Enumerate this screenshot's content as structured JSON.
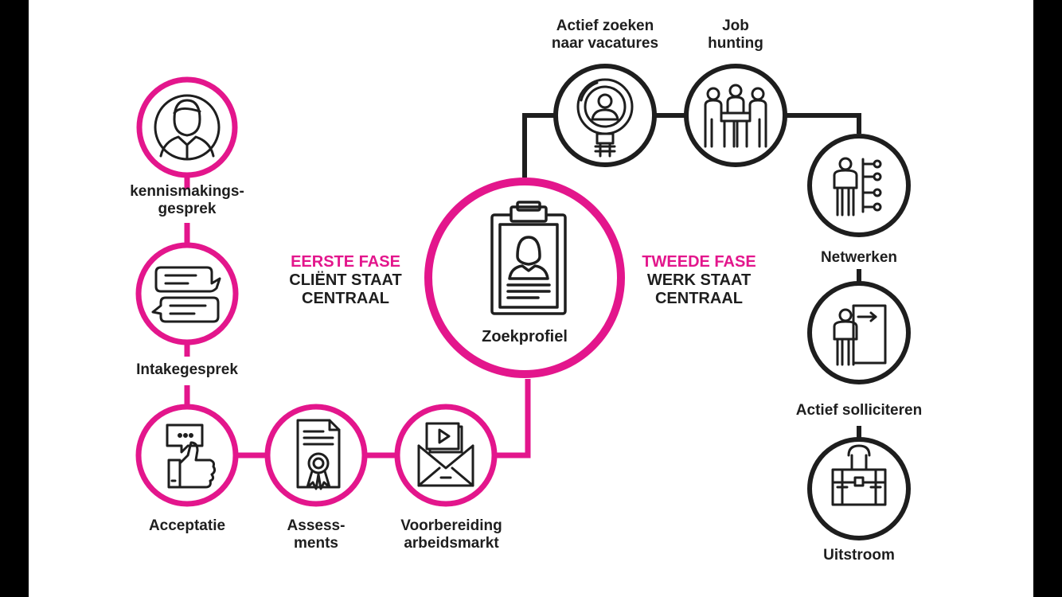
{
  "colors": {
    "accent": "#e3168c",
    "dark": "#1e1e1e",
    "background": "#ffffff"
  },
  "center": {
    "label": "Zoekprofiel",
    "icon": "clipboard-profile-icon"
  },
  "phase_one": {
    "title": "EERSTE FASE",
    "line1": "CLIËNT STAAT",
    "line2": "CENTRAAL"
  },
  "phase_two": {
    "title": "TWEEDE FASE",
    "line1": "WERK STAAT",
    "line2": "CENTRAAL"
  },
  "left_steps": [
    {
      "line1": "kennismakings-",
      "line2": "gesprek",
      "icon": "person-portrait-icon"
    },
    {
      "line1": "Intakegesprek",
      "line2": "",
      "icon": "chat-bubbles-icon"
    },
    {
      "line1": "Acceptatie",
      "line2": "",
      "icon": "thumbs-up-icon"
    },
    {
      "line1": "Assess-",
      "line2": "ments",
      "icon": "certificate-icon"
    },
    {
      "line1": "Voorbereiding",
      "line2": "arbeidsmarkt",
      "icon": "video-mail-icon"
    }
  ],
  "right_steps": [
    {
      "line1": "Actief zoeken",
      "line2": "naar vacatures",
      "icon": "magnifier-person-icon"
    },
    {
      "line1": "Job",
      "line2": "hunting",
      "icon": "meeting-people-icon"
    },
    {
      "line1": "Netwerken",
      "line2": "",
      "icon": "network-person-icon"
    },
    {
      "line1": "Actief solliciteren",
      "line2": "",
      "icon": "door-person-icon"
    },
    {
      "line1": "Uitstroom",
      "line2": "",
      "icon": "briefcase-icon"
    }
  ]
}
